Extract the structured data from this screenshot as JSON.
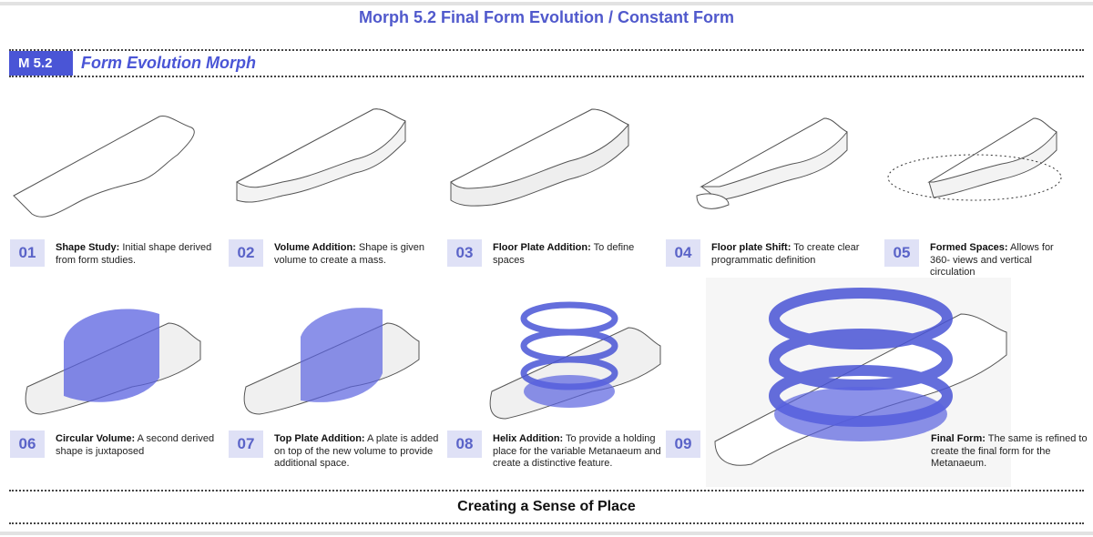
{
  "title": "Morph 5.2 Final Form Evolution / Constant Form",
  "section": {
    "badge": "M 5.2",
    "heading": "Form Evolution Morph"
  },
  "steps": [
    {
      "num": "01",
      "label": "Shape Study:",
      "text": " Initial shape derived from form studies."
    },
    {
      "num": "02",
      "label": "Volume Addition:",
      "text": " Shape is given volume to create a mass."
    },
    {
      "num": "03",
      "label": "Floor Plate Addition:",
      "text": " To define spaces"
    },
    {
      "num": "04",
      "label": "Floor plate Shift:",
      "text": " To create clear programmatic definition"
    },
    {
      "num": "05",
      "label": "Formed Spaces:",
      "text": " Allows for 360- views and vertical circulation"
    },
    {
      "num": "06",
      "label": "Circular Volume:",
      "text": " A second derived shape is juxtaposed"
    },
    {
      "num": "07",
      "label": "Top Plate Addition:",
      "text": " A plate is added on top of the new volume to provide additional space."
    },
    {
      "num": "08",
      "label": "Helix Addition:",
      "text": " To provide a holding place for the variable Metanaeum and create a distinctive feature."
    },
    {
      "num": "09",
      "label": "Final Form:",
      "text": " The same is refined to create the final form for the Metanaeum."
    }
  ],
  "footer": "Creating a Sense of Place",
  "colors": {
    "accent": "#4a55d6",
    "numbg": "#dfe1f6"
  }
}
